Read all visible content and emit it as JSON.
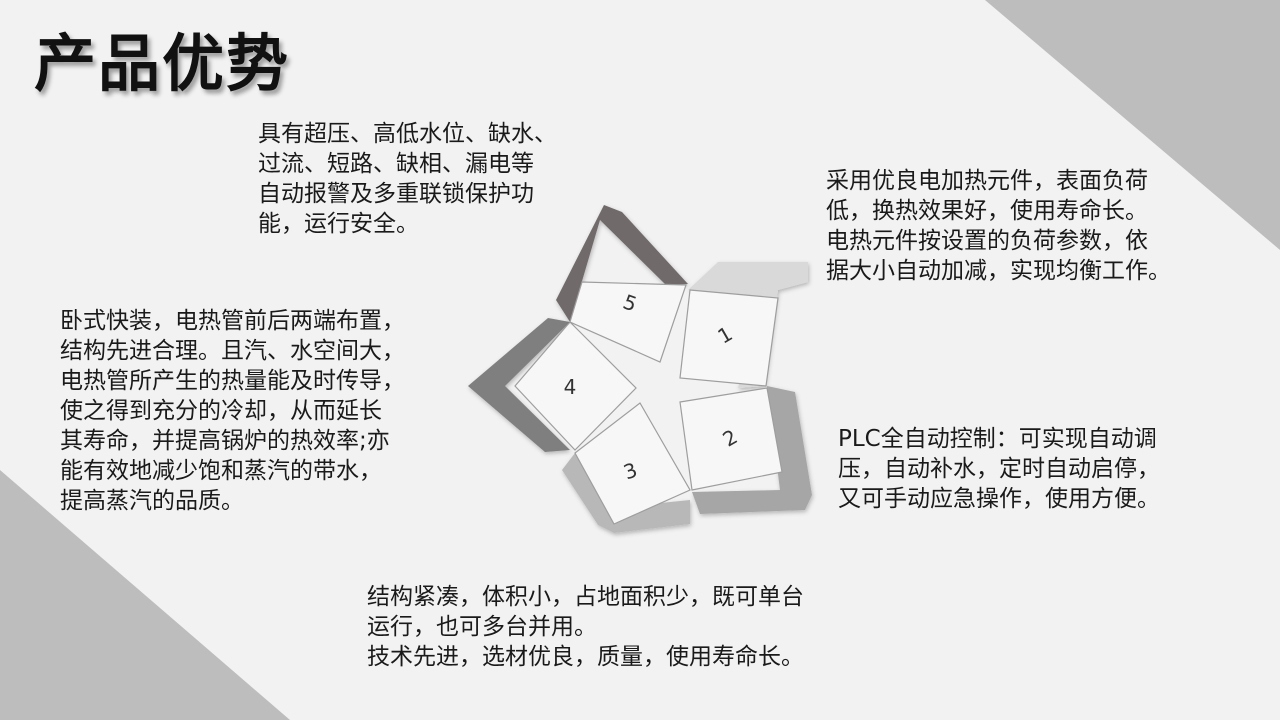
{
  "title": "产品优势",
  "colors": {
    "background": "#f2f2f2",
    "decor_gray": "#bdbdbd",
    "petal_1": "#d9d9d9",
    "petal_2": "#a6a6a6",
    "petal_3": "#b8b8b8",
    "petal_4": "#7f7f7f",
    "petal_5": "#6f6b6b"
  },
  "diagram": {
    "numbers": [
      "1",
      "2",
      "3",
      "4",
      "5"
    ]
  },
  "blocks": {
    "top": {
      "lines": [
        "具有超压、高低水位、缺水、",
        "过流、短路、缺相、漏电等",
        "自动报警及多重联锁保护功",
        "能，运行安全。"
      ]
    },
    "left": {
      "lines": [
        "卧式快装，电热管前后两端布置，",
        "结构先进合理。且汽、水空间大，",
        "电热管所产生的热量能及时传导，",
        "使之得到充分的冷却，从而延长",
        "其寿命，并提高锅炉的热效率;亦",
        "能有效地减少饱和蒸汽的带水，",
        "提高蒸汽的品质。"
      ]
    },
    "right_top": {
      "lines": [
        "采用优良电加热元件，表面负荷",
        "低，换热效果好，使用寿命长。",
        "电热元件按设置的负荷参数，依",
        "据大小自动加减，实现均衡工作。"
      ]
    },
    "right_mid": {
      "lines": [
        "PLC全自动控制：可实现自动调",
        "压，自动补水，定时自动启停，",
        "又可手动应急操作，使用方便。"
      ]
    },
    "bottom": {
      "lines": [
        "结构紧凑，体积小，占地面积少，既可单台",
        "运行，也可多台并用。",
        "技术先进，选材优良，质量，使用寿命长。"
      ]
    }
  }
}
